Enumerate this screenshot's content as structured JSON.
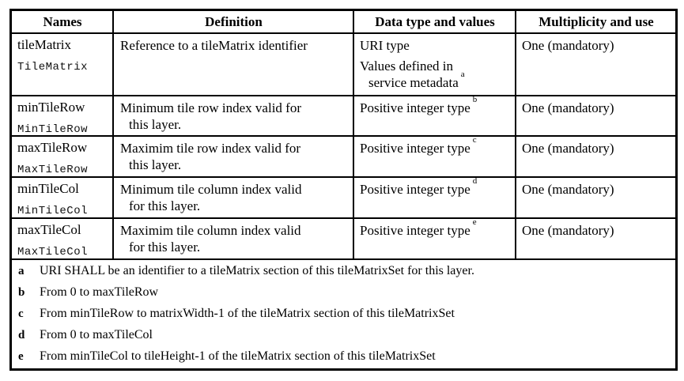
{
  "table": {
    "headers": {
      "names": "Names",
      "definition": "Definition",
      "datatype": "Data type and values",
      "multiplicity": "Multiplicity and use"
    },
    "rows": [
      {
        "name": "tileMatrix",
        "code": "TileMatrix",
        "definition": [
          "Reference to a tileMatrix identifier"
        ],
        "datatype": {
          "text": "URI type"
        },
        "datatype_extra": {
          "line1": "Values defined in",
          "line2": "service metadata",
          "sup": "a"
        },
        "multiplicity": "One (mandatory)"
      },
      {
        "name": "minTileRow",
        "code": "MinTileRow",
        "definition": [
          "Minimum tile row index valid for",
          "this layer."
        ],
        "datatype": {
          "text": "Positive integer type",
          "sup": "b"
        },
        "multiplicity": "One (mandatory)"
      },
      {
        "name": "maxTileRow",
        "code": "MaxTileRow",
        "definition": [
          "Maximim tile row index valid for",
          "this layer."
        ],
        "datatype": {
          "text": "Positive integer type",
          "sup": "c"
        },
        "multiplicity": "One (mandatory)"
      },
      {
        "name": "minTileCol",
        "code": "MinTileCol",
        "definition": [
          "Minimum tile column index valid",
          "for this layer."
        ],
        "datatype": {
          "text": "Positive integer type",
          "sup": "d"
        },
        "multiplicity": "One (mandatory)"
      },
      {
        "name": "maxTileCol",
        "code": "MaxTileCol",
        "definition": [
          "Maximim tile column index valid",
          "for this layer."
        ],
        "datatype": {
          "text": "Positive integer type",
          "sup": "e"
        },
        "multiplicity": "One (mandatory)"
      }
    ],
    "footnotes": [
      {
        "letter": "a",
        "text": "URI SHALL be an identifier to a tileMatrix section of this tileMatrixSet for this layer."
      },
      {
        "letter": "b",
        "text": "From 0 to maxTileRow"
      },
      {
        "letter": "c",
        "text": "From minTileRow to matrixWidth-1 of the tileMatrix section of this tileMatrixSet"
      },
      {
        "letter": "d",
        "text": "From 0 to maxTileCol"
      },
      {
        "letter": "e",
        "text": "From minTileCol to tileHeight-1 of the tileMatrix section of this tileMatrixSet"
      }
    ]
  }
}
